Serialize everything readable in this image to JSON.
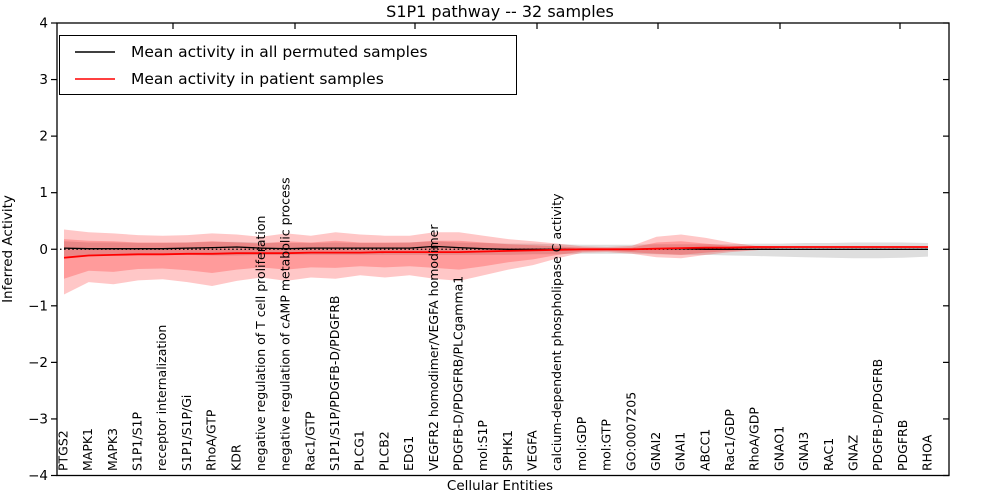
{
  "chart_data": {
    "type": "line",
    "title": "S1P1 pathway -- 32 samples",
    "xlabel": "Cellular Entities",
    "ylabel": "Inferred Activity",
    "ylim": [
      -4,
      4
    ],
    "yticks": [
      "4",
      "3",
      "2",
      "1",
      "0",
      "−1",
      "−2",
      "−3",
      "−4"
    ],
    "ytick_values": [
      4,
      3,
      2,
      1,
      0,
      -1,
      -2,
      -3,
      -4
    ],
    "grid": false,
    "legend_position": "upper left",
    "zero_reference_line": "black dotted at y=0",
    "categories": [
      "PTGS2",
      "MAPK1",
      "MAPK3",
      "S1P1/S1P",
      "receptor internalization",
      "S1P1/S1P/Gi",
      "RhoA/GTP",
      "KDR",
      "negative regulation of T cell proliferation",
      "negative regulation of cAMP metabolic process",
      "Rac1/GTP",
      "S1P1/S1P/PDGFB-D/PDGFRB",
      "PLCG1",
      "PLCB2",
      "EDG1",
      "VEGFR2 homodimer/VEGFA homodimer",
      "PDGFB-D/PDGFRB/PLCgamma1",
      "mol:S1P",
      "SPHK1",
      "VEGFA",
      "calcium-dependent phospholipase C activity",
      "mol:GDP",
      "mol:GTP",
      "GO:0007205",
      "GNAI2",
      "GNAI1",
      "ABCC1",
      "Rac1/GDP",
      "RhoA/GDP",
      "GNAO1",
      "GNAI3",
      "RAC1",
      "GNAZ",
      "PDGFB-D/PDGFRB",
      "PDGFRB",
      "RHOA"
    ],
    "series": [
      {
        "name": "Mean activity in all permuted samples",
        "color": "#000000",
        "values": [
          0.02,
          0.01,
          0.01,
          0.01,
          0.01,
          0.02,
          0.03,
          0.04,
          0.02,
          0.01,
          0.02,
          0.02,
          0.02,
          0.02,
          0.02,
          0.05,
          0.03,
          0.01,
          0.0,
          0.0,
          0.0,
          0.0,
          0.0,
          0.0,
          0.01,
          0.01,
          0.0,
          0.0,
          0.0,
          0.0,
          0.0,
          0.0,
          0.0,
          0.0,
          0.0,
          0.0
        ]
      },
      {
        "name": "Mean activity in patient samples",
        "color": "#ff0000",
        "values": [
          -0.15,
          -0.11,
          -0.1,
          -0.09,
          -0.09,
          -0.08,
          -0.08,
          -0.07,
          -0.07,
          -0.07,
          -0.06,
          -0.06,
          -0.06,
          -0.05,
          -0.05,
          -0.05,
          -0.05,
          -0.04,
          -0.03,
          -0.02,
          -0.01,
          0.0,
          0.0,
          0.0,
          0.01,
          0.02,
          0.03,
          0.03,
          0.04,
          0.04,
          0.04,
          0.04,
          0.04,
          0.04,
          0.04,
          0.04
        ]
      }
    ],
    "bands": [
      {
        "name": "permuted-samples-range",
        "color": "rgba(0,0,0,0.13)",
        "upper": [
          0.14,
          0.12,
          0.12,
          0.11,
          0.11,
          0.12,
          0.13,
          0.13,
          0.12,
          0.11,
          0.11,
          0.12,
          0.11,
          0.11,
          0.12,
          0.14,
          0.12,
          0.11,
          0.1,
          0.1,
          0.09,
          0.08,
          0.08,
          0.08,
          0.09,
          0.09,
          0.09,
          0.09,
          0.1,
          0.1,
          0.11,
          0.11,
          0.12,
          0.12,
          0.12,
          0.11
        ],
        "lower": [
          -0.12,
          -0.11,
          -0.11,
          -0.1,
          -0.1,
          -0.1,
          -0.11,
          -0.11,
          -0.1,
          -0.1,
          -0.1,
          -0.1,
          -0.1,
          -0.1,
          -0.1,
          -0.1,
          -0.1,
          -0.1,
          -0.1,
          -0.09,
          -0.09,
          -0.08,
          -0.08,
          -0.08,
          -0.09,
          -0.1,
          -0.1,
          -0.11,
          -0.12,
          -0.13,
          -0.14,
          -0.15,
          -0.16,
          -0.16,
          -0.15,
          -0.13
        ]
      },
      {
        "name": "patient-samples-range-outer",
        "color": "rgba(255,0,0,0.22)",
        "upper": [
          0.35,
          0.3,
          0.28,
          0.25,
          0.24,
          0.25,
          0.28,
          0.26,
          0.22,
          0.28,
          0.24,
          0.3,
          0.26,
          0.24,
          0.24,
          0.3,
          0.3,
          0.24,
          0.18,
          0.14,
          0.1,
          0.05,
          0.04,
          0.06,
          0.22,
          0.26,
          0.2,
          0.12,
          0.06,
          0.05,
          0.05,
          0.05,
          0.05,
          0.05,
          0.05,
          0.05
        ],
        "lower": [
          -0.8,
          -0.58,
          -0.62,
          -0.55,
          -0.53,
          -0.58,
          -0.65,
          -0.56,
          -0.5,
          -0.56,
          -0.5,
          -0.52,
          -0.46,
          -0.5,
          -0.46,
          -0.52,
          -0.56,
          -0.46,
          -0.36,
          -0.28,
          -0.16,
          -0.06,
          -0.05,
          -0.08,
          -0.14,
          -0.16,
          -0.1,
          -0.05,
          -0.02,
          0.02,
          0.03,
          0.03,
          0.03,
          0.03,
          0.03,
          0.03
        ]
      },
      {
        "name": "patient-samples-range-inner",
        "color": "rgba(255,0,0,0.22)",
        "upper": [
          0.18,
          0.15,
          0.14,
          0.12,
          0.12,
          0.12,
          0.14,
          0.12,
          0.1,
          0.14,
          0.12,
          0.15,
          0.12,
          0.12,
          0.12,
          0.15,
          0.15,
          0.12,
          0.09,
          0.07,
          0.05,
          0.03,
          0.02,
          0.03,
          0.12,
          0.14,
          0.1,
          0.06,
          0.05,
          0.05,
          0.05,
          0.05,
          0.05,
          0.05,
          0.05,
          0.05
        ],
        "lower": [
          -0.52,
          -0.38,
          -0.4,
          -0.35,
          -0.34,
          -0.37,
          -0.42,
          -0.36,
          -0.32,
          -0.36,
          -0.32,
          -0.33,
          -0.3,
          -0.32,
          -0.3,
          -0.33,
          -0.36,
          -0.3,
          -0.23,
          -0.18,
          -0.1,
          -0.04,
          -0.03,
          -0.05,
          -0.08,
          -0.1,
          -0.06,
          -0.03,
          -0.01,
          0.03,
          0.03,
          0.03,
          0.03,
          0.03,
          0.03,
          0.03
        ]
      }
    ]
  }
}
